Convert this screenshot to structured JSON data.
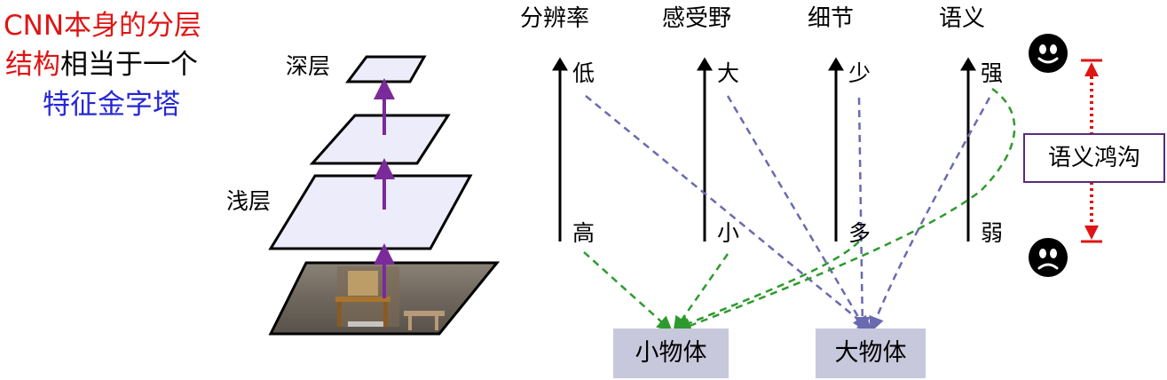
{
  "caption": {
    "line1_red": "CNN本身的分层",
    "line2_red": "结构",
    "line2_black": "相当于一个",
    "line3_blue": "特征金字塔"
  },
  "pyramid": {
    "deep_label": "深层",
    "shallow_label": "浅层"
  },
  "columns": [
    {
      "title": "分辨率",
      "top": "低",
      "bottom": "高"
    },
    {
      "title": "感受野",
      "top": "大",
      "bottom": "小"
    },
    {
      "title": "细节",
      "top": "少",
      "bottom": "多"
    },
    {
      "title": "语义",
      "top": "强",
      "bottom": "弱"
    }
  ],
  "targets": {
    "small": "小物体",
    "large": "大物体"
  },
  "semantic_gap": "语义鸿沟",
  "colors": {
    "caption_red": "#e01414",
    "caption_blue": "#2626d6",
    "pyramid_arrow": "#7b2a9a",
    "plane_fill": "#ececfa",
    "green_dashed": "#2e9a2e",
    "blue_dashed": "#6a6ab0",
    "gap_arrow": "#e01414",
    "target_box": "#c8c8dc",
    "gap_box_border": "#5a2b7a"
  },
  "icons": [
    "smiling-face-icon",
    "frowning-face-icon"
  ]
}
